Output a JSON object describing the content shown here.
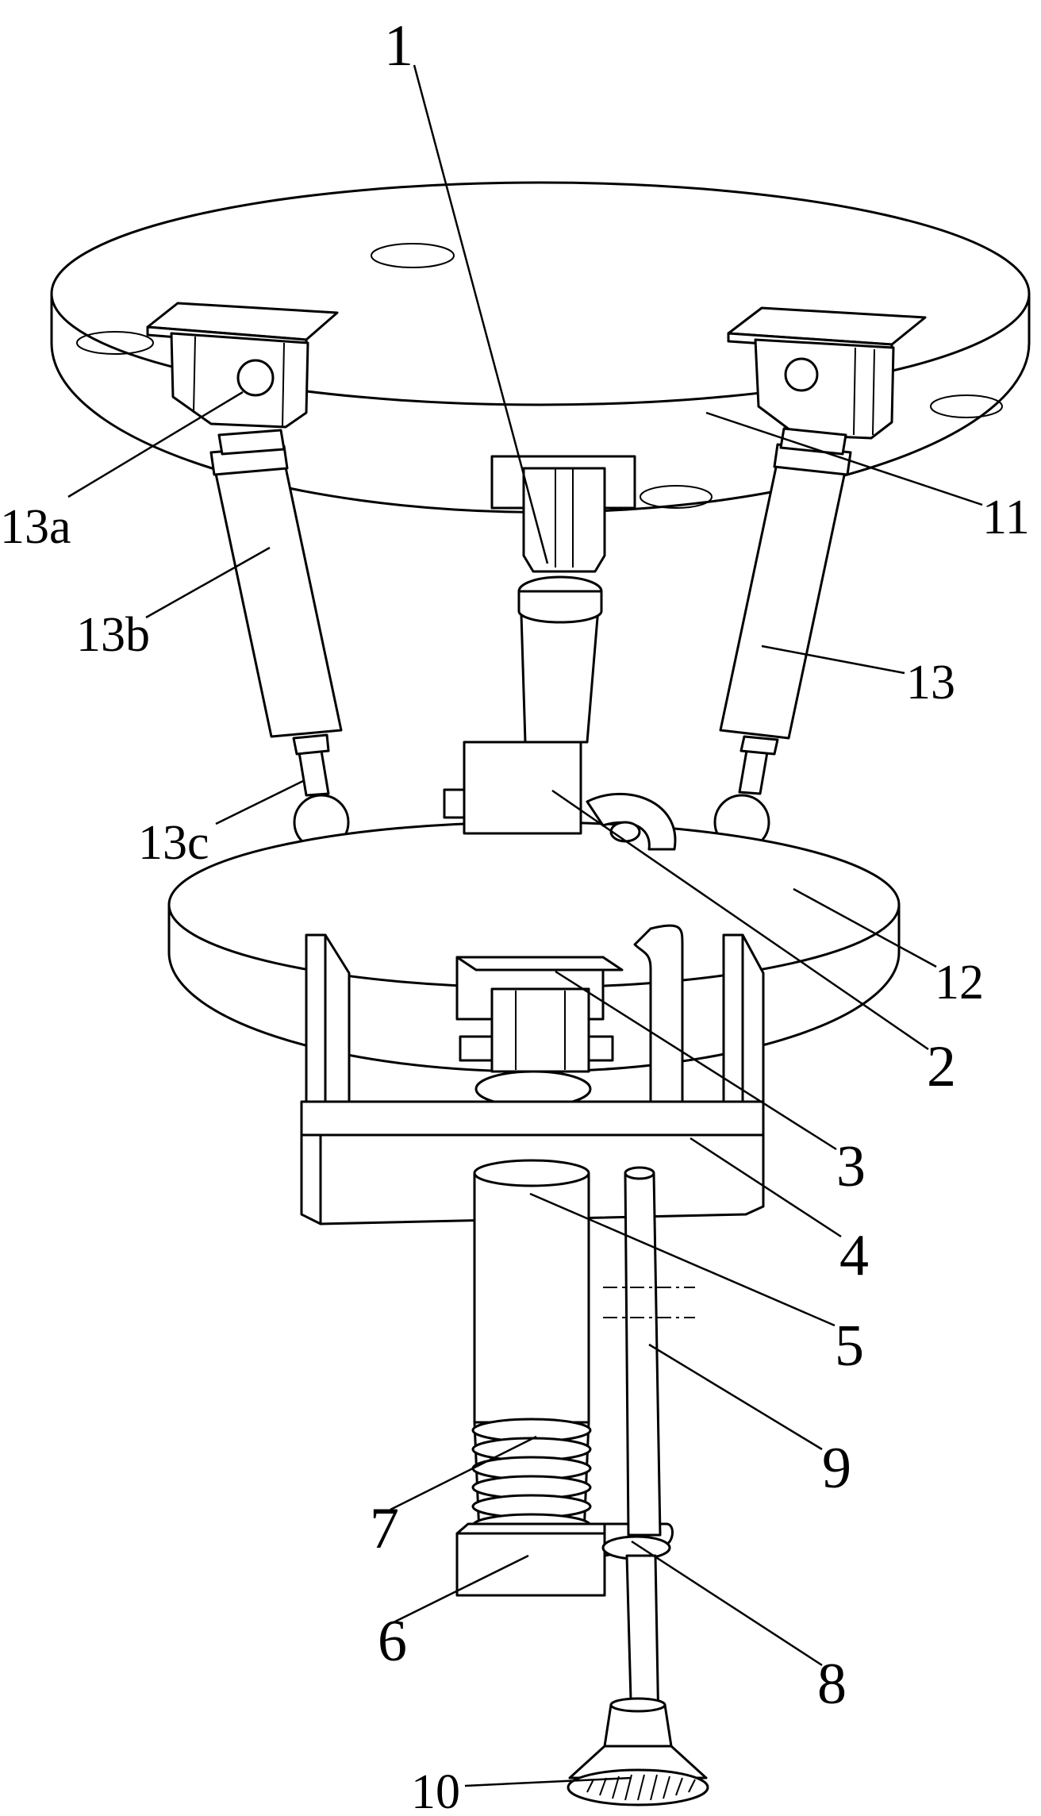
{
  "labels": {
    "l1": "1",
    "l2": "2",
    "l3": "3",
    "l4": "4",
    "l5": "5",
    "l6": "6",
    "l7": "7",
    "l8": "8",
    "l9": "9",
    "l10": "10",
    "l11": "11",
    "l12": "12",
    "l13": "13",
    "l13a": "13a",
    "l13b": "13b",
    "l13c": "13c"
  }
}
